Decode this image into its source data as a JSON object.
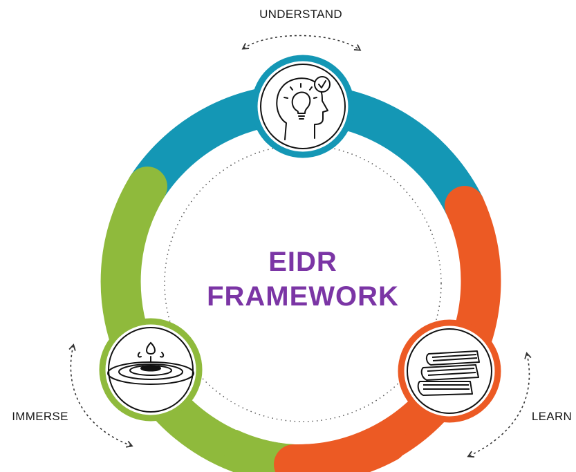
{
  "title": {
    "line1": "EIDR",
    "line2": "FRAMEWORK"
  },
  "stages": {
    "understand": {
      "label": "UNDERSTAND",
      "color": "#1497b5",
      "icon": "head-lightbulb-check-icon"
    },
    "learn": {
      "label": "LEARN",
      "color": "#ec5a24",
      "icon": "book-stack-icon"
    },
    "immerse": {
      "label": "IMMERSE",
      "color": "#8fba3c",
      "icon": "water-drop-ripple-icon"
    }
  },
  "colors": {
    "title": "#7b35a5",
    "text": "#1a1a1a"
  }
}
